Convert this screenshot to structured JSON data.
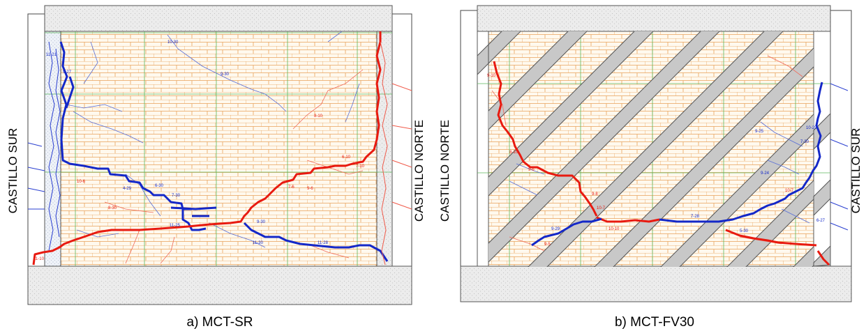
{
  "panels": [
    {
      "caption": "a) MCT-SR",
      "left_label": "CASTILLO SUR",
      "right_label": "CASTILLO NORTE",
      "crack_tags_red": [
        "6-10",
        "7-6",
        "9-6",
        "8-10",
        "7-10",
        "8-30",
        "10-6",
        "11-10"
      ],
      "crack_tags_blue": [
        "11-21",
        "9-27",
        "9-30",
        "10-30",
        "4-29",
        "6-30",
        "7-30",
        "11-25",
        "9-30",
        "11-30",
        "11-28"
      ]
    },
    {
      "caption": "b) MCT-FV30",
      "left_label": "CASTILLO NORTE",
      "right_label": "CASTILLO SUR",
      "crack_tags_red": [
        "8-10",
        "9-10",
        "9-6",
        "9-8",
        "10-7",
        "9-5",
        "10-10",
        "10-7"
      ],
      "crack_tags_blue": [
        "9-29",
        "7-28",
        "9-24",
        "10-29",
        "7-30",
        "9-25",
        "5-30",
        "6-27"
      ]
    }
  ]
}
